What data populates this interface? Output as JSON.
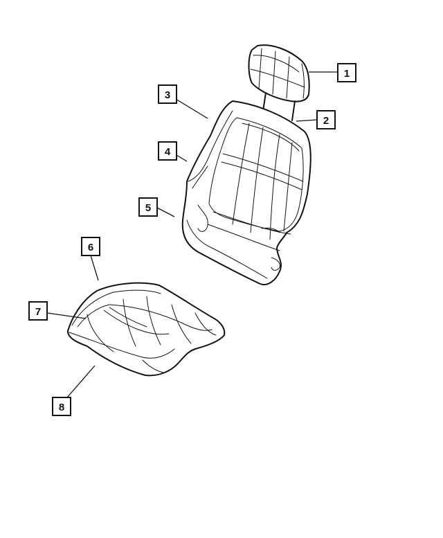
{
  "callouts": [
    {
      "label": "1"
    },
    {
      "label": "2"
    },
    {
      "label": "3"
    },
    {
      "label": "4"
    },
    {
      "label": "5"
    },
    {
      "label": "6"
    },
    {
      "label": "7"
    },
    {
      "label": "8"
    }
  ],
  "colors": {
    "line": "#111111",
    "background": "#ffffff"
  }
}
